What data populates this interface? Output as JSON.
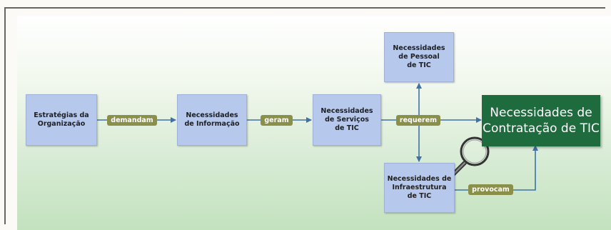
{
  "nodes": {
    "estrategias": "Estratégias da\nOrganização",
    "informacao": "Necessidades\nde Informação",
    "servicos": "Necessidades\nde Serviços\nde TIC",
    "pessoal": "Necessidades\nde Pessoal\nde TIC",
    "infraestrutura": "Necessidades de\nInfraestrutura\nde TIC",
    "contratacao": "Necessidades de\nContratação de TIC"
  },
  "edges": {
    "demandam": "demandam",
    "geram": "geram",
    "requerem": "requerem",
    "provocam": "provocam"
  },
  "colors": {
    "node_fill": "#b6c8ec",
    "label_fill": "#8a8f4a",
    "target_fill": "#1e6b3e",
    "arrow": "#3f71a8"
  },
  "icons": {
    "magnifier": "magnifier-icon"
  }
}
